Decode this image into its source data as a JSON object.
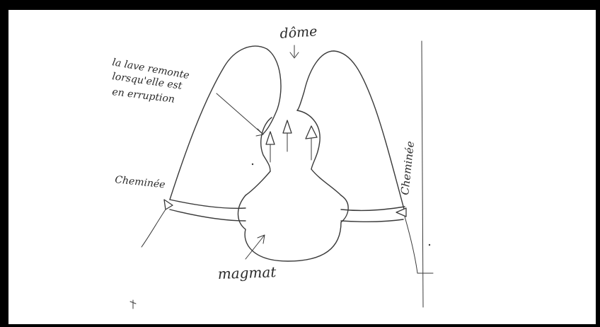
{
  "labels": {
    "dome": "dôme",
    "lava_line1": "la lave remonte",
    "lava_line2": "lorsqu'elle est",
    "lava_line3": "en erruption",
    "chimney_left": "Cheminée",
    "chimney_right": "Cheminée",
    "magma": "magmat"
  },
  "colors": {
    "background_frame": "#000000",
    "paper": "#ffffff",
    "ink": "#3a3a3a"
  }
}
